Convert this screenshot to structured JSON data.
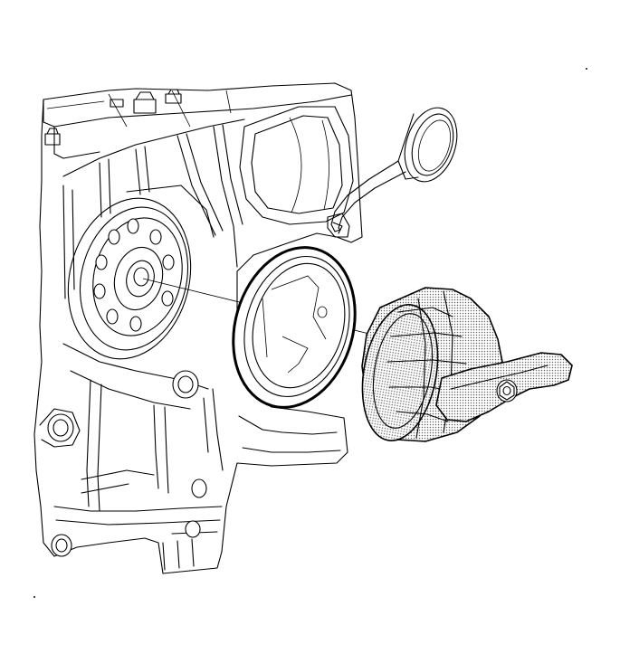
{
  "figure": {
    "type": "technical-line-illustration",
    "colors": {
      "line": "#000000",
      "background": "#ffffff",
      "hatch_fill": "#9a9a9a"
    },
    "components": [
      {
        "name": "engine-block",
        "icon": "engine-block-drawing"
      },
      {
        "name": "crankshaft-rear-flange",
        "icon": "crankshaft-flange-drawing"
      },
      {
        "name": "rear-main-oil-seal",
        "icon": "oil-seal-ring-drawing"
      },
      {
        "name": "seal-installer-tool",
        "icon": "seal-installer-drawing"
      },
      {
        "name": "oil-funnel",
        "icon": "funnel-drawing"
      }
    ]
  }
}
